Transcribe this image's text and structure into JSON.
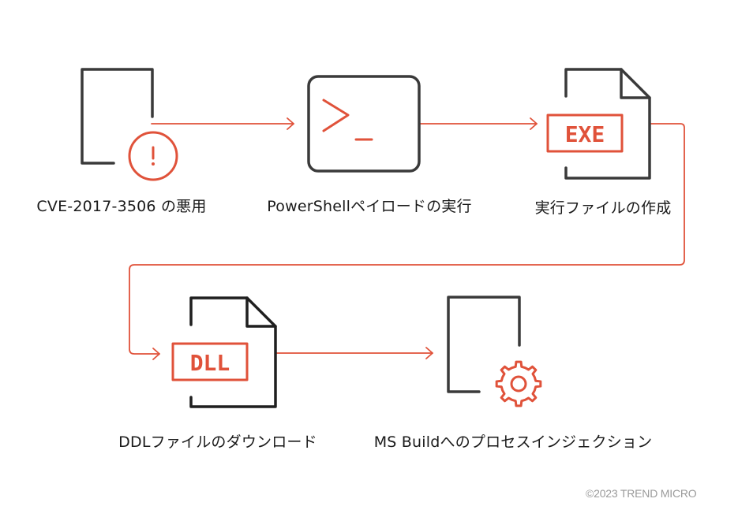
{
  "diagram": {
    "accent_color": "#e0523a",
    "icon_color": "#3a3a3a",
    "steps": [
      {
        "id": "step-1",
        "label": "CVE-2017-3506 の悪用",
        "icon": "document-warning-icon"
      },
      {
        "id": "step-2",
        "label": "PowerShellペイロードの実行",
        "icon": "terminal-icon"
      },
      {
        "id": "step-3",
        "label": "実行ファイルの作成",
        "icon": "exe-file-icon",
        "badge": "EXE"
      },
      {
        "id": "step-4",
        "label": "DDLファイルのダウンロード",
        "icon": "dll-file-icon",
        "badge": "DLL"
      },
      {
        "id": "step-5",
        "label": "MS Buildへのプロセスインジェクション",
        "icon": "document-gear-icon"
      }
    ],
    "flow": [
      "step-1 → step-2",
      "step-2 → step-3",
      "step-3 → step-4",
      "step-4 → step-5"
    ]
  },
  "footer": {
    "copyright": "©2023 TREND MICRO"
  }
}
